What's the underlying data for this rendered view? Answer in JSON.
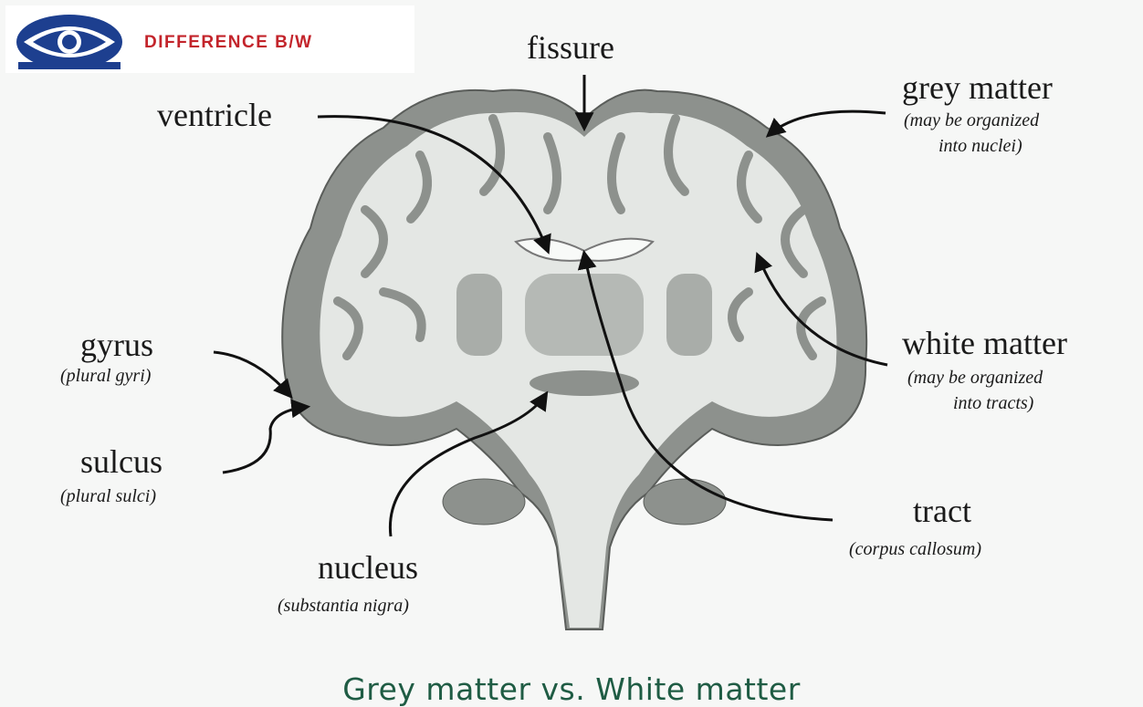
{
  "logo": {
    "text": "DIFFERENCE B/W",
    "icon": "eye-logo",
    "color": "#1d3f8f",
    "accent": "#c3242b"
  },
  "labels": {
    "fissure": {
      "main": "fissure"
    },
    "ventricle": {
      "main": "ventricle"
    },
    "grey_matter": {
      "main": "grey matter",
      "sub_1": "(may be organized",
      "sub_2": "into nuclei)"
    },
    "white_matter": {
      "main": "white matter",
      "sub_1": "(may be organized",
      "sub_2": "into tracts)"
    },
    "gyrus": {
      "main": "gyrus",
      "sub": "(plural gyri)"
    },
    "sulcus": {
      "main": "sulcus",
      "sub": "(plural sulci)"
    },
    "nucleus": {
      "main": "nucleus",
      "sub": "(substantia nigra)"
    },
    "tract": {
      "main": "tract",
      "sub": "(corpus callosum)"
    }
  },
  "caption": "Grey matter vs. White matter",
  "colors": {
    "grey_matter": "#8d918d",
    "white_matter": "#e4e7e4",
    "caption": "#1f5c44"
  }
}
